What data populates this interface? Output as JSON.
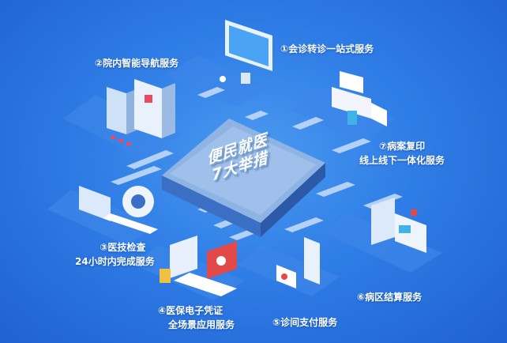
{
  "center": {
    "line1": "便民就医",
    "line2": "7大举措"
  },
  "services": [
    {
      "id": 1,
      "lines": [
        "①会诊转诊一站式服务"
      ]
    },
    {
      "id": 2,
      "lines": [
        "②院内智能导航服务"
      ]
    },
    {
      "id": 3,
      "lines": [
        "③医技检查",
        "24小时内完成服务"
      ]
    },
    {
      "id": 4,
      "lines": [
        "④医保电子凭证",
        "全场景应用服务"
      ]
    },
    {
      "id": 5,
      "lines": [
        "⑤诊间支付服务"
      ]
    },
    {
      "id": 6,
      "lines": [
        "⑥病区结算服务"
      ]
    },
    {
      "id": 7,
      "lines": [
        "⑦病案复印",
        "线上线下一体化服务"
      ]
    }
  ],
  "colors": {
    "bg": "#2f7de6",
    "chip_top": "#8fb4e4",
    "chip_side": "#3b6fc4",
    "bar": "#c9def8"
  }
}
